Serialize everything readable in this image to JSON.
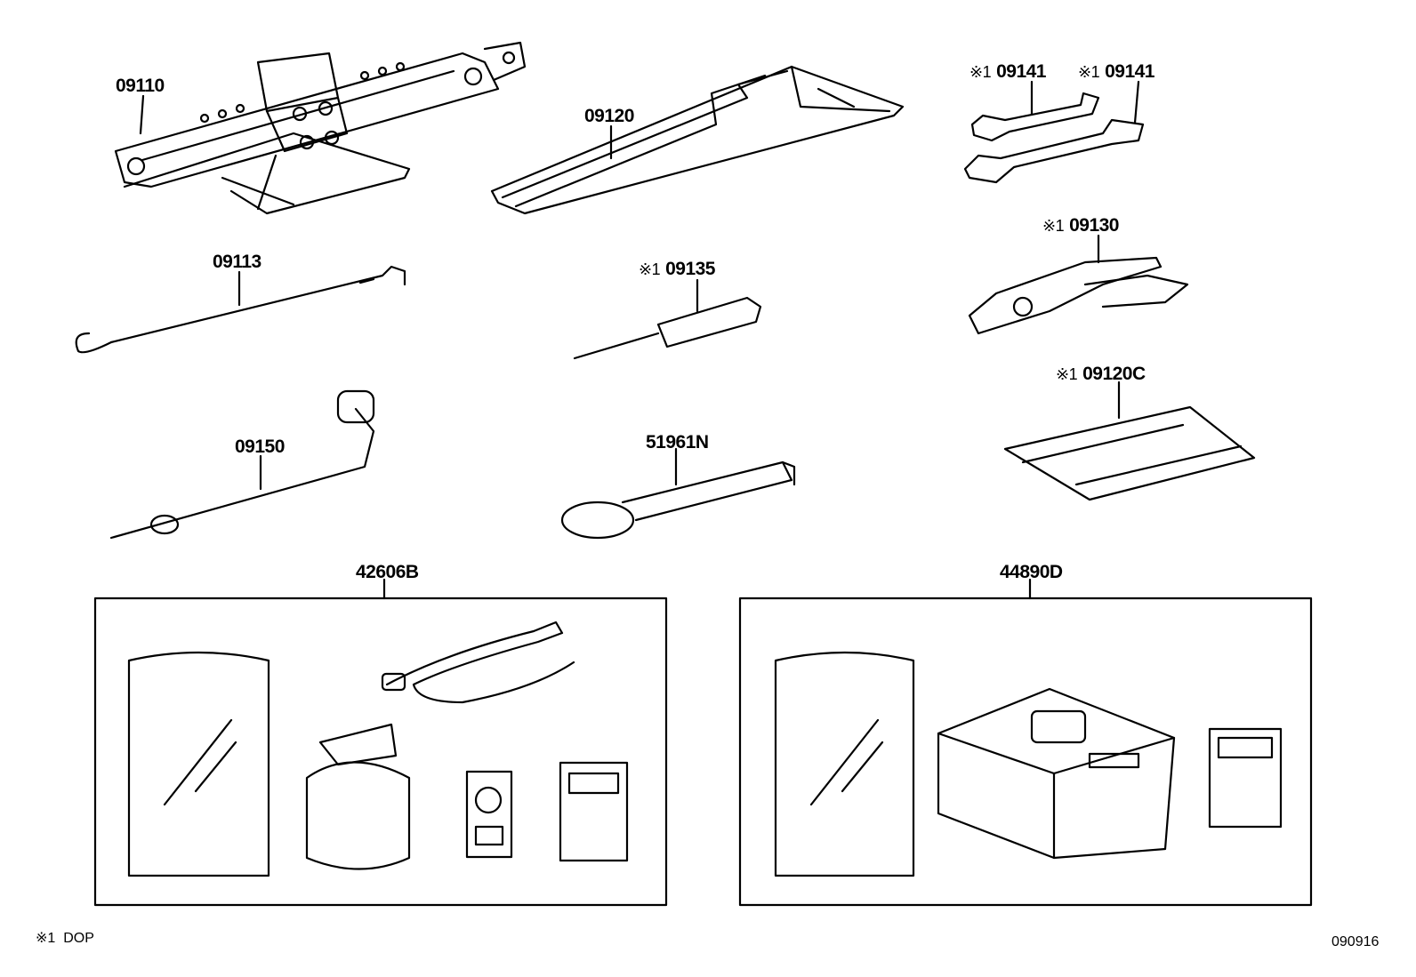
{
  "note_mark": "※1",
  "parts": {
    "jack": "09110",
    "tool_bag": "09120",
    "wrench_a": "09141",
    "wrench_b": "09141",
    "jack_handle": "09113",
    "screwdriver": "09135",
    "pliers": "09130",
    "tool_bag_c": "09120C",
    "lug_wrench": "09150",
    "towing_eye": "51961N",
    "repair_kit": "42606B",
    "compressor_kit": "44890D"
  },
  "footer": {
    "legend_mark": "※1",
    "legend_text": "DOP",
    "figure_code": "090916"
  }
}
